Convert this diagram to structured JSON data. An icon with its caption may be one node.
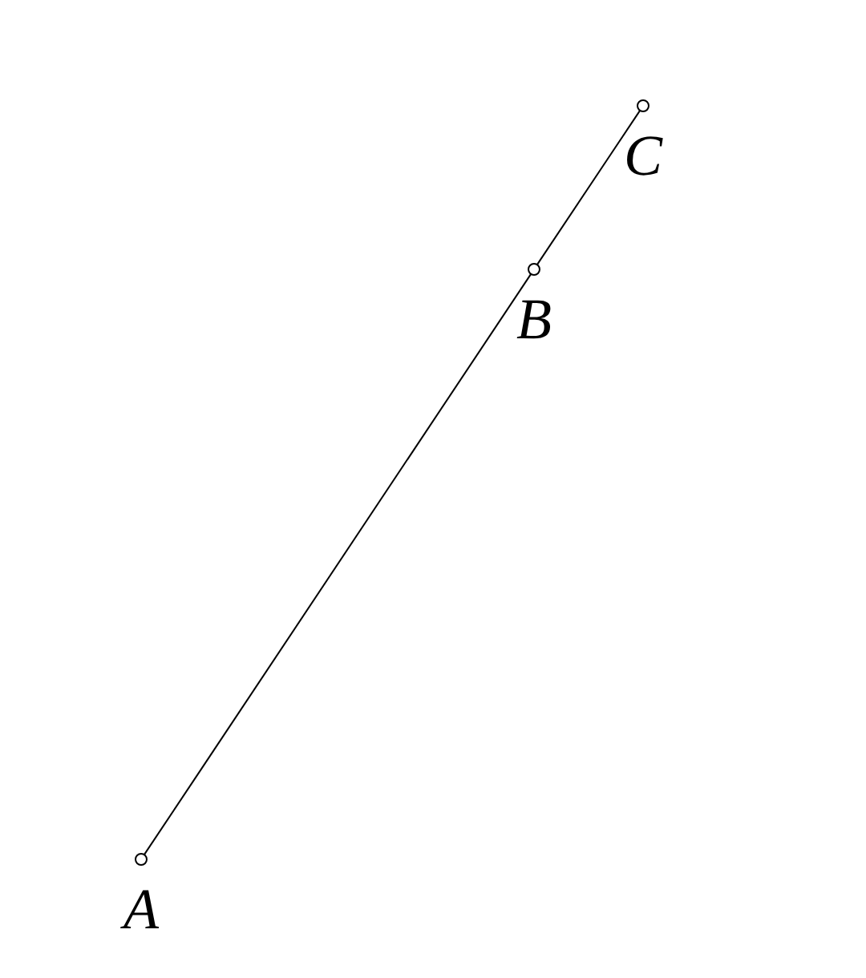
{
  "diagram": {
    "nodes": [
      {
        "text": [
          "A"
        ]
      },
      {
        "text": [
          "B"
        ]
      },
      {
        "text": [
          "C"
        ]
      }
    ],
    "edges": [
      {
        "from": 0,
        "to": 1,
        "arrow": "none"
      },
      {
        "from": 1,
        "to": 2,
        "arrow": "none"
      }
    ]
  }
}
